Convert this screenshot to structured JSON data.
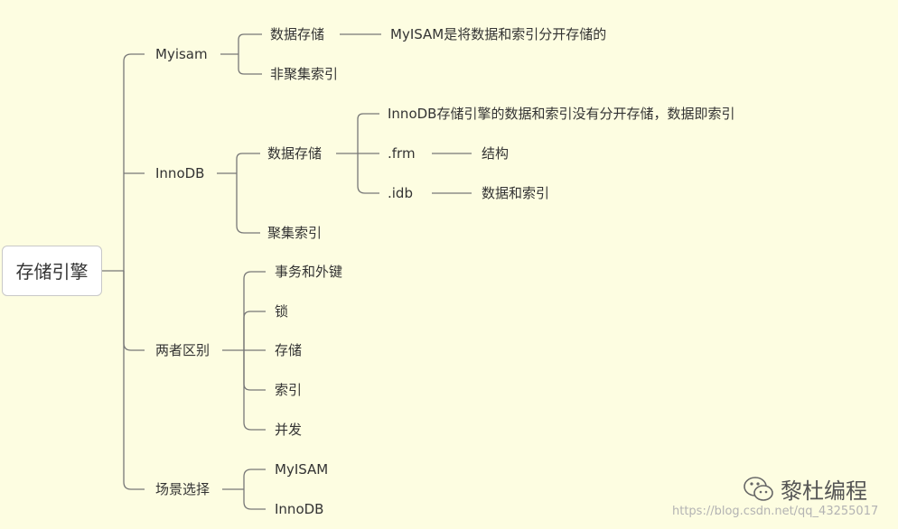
{
  "root": "存储引擎",
  "branches": {
    "myisam": {
      "label": "Myisam",
      "storage": "数据存储",
      "storage_detail": "MyISAM是将数据和索引分开存储的",
      "index": "非聚集索引"
    },
    "innodb": {
      "label": "InnoDB",
      "storage": "数据存储",
      "storage_detail": "InnoDB存储引擎的数据和索引没有分开存储，数据即索引",
      "frm": ".frm",
      "frm_detail": "结构",
      "idb": ".idb",
      "idb_detail": "数据和索引",
      "index": "聚集索引"
    },
    "diff": {
      "label": "两者区别",
      "items": [
        "事务和外键",
        "锁",
        "存储",
        "索引",
        "并发"
      ]
    },
    "scene": {
      "label": "场景选择",
      "items": [
        "MyISAM",
        "InnoDB"
      ]
    }
  },
  "watermark": {
    "text": "黎杜编程",
    "icon": "wechat-icon",
    "url": "https://blog.csdn.net/qq_43255017"
  },
  "colors": {
    "background": "#fdfde1",
    "line": "#777777",
    "text": "#333333"
  }
}
